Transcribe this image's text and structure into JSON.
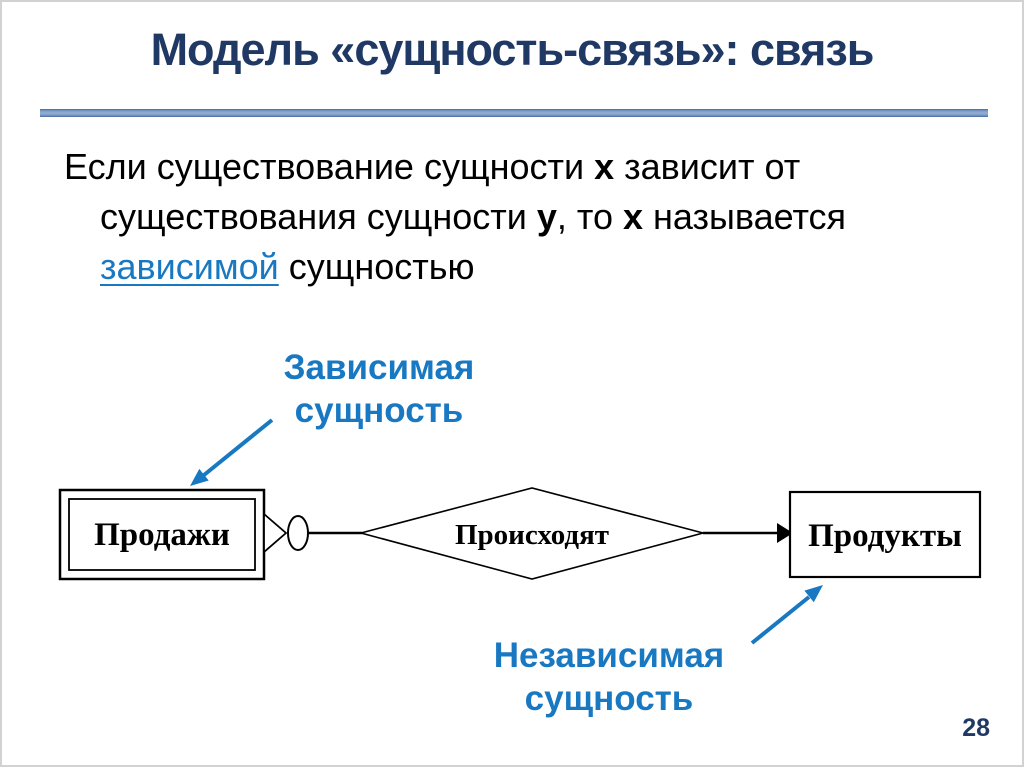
{
  "slide": {
    "title": "Модель «сущность-связь»: связь",
    "page_number": "28"
  },
  "body": {
    "l1a": "Если существование сущности ",
    "l1b": "x",
    "l1c": " зависит от",
    "l2a": "существования сущности ",
    "l2b": "y",
    "l2c": ", то ",
    "l2d": "x",
    "l2e": " называется",
    "l3_link": "зависимой",
    "l3b": " сущностью"
  },
  "diagram": {
    "dependent_label": {
      "line1": "Зависимая",
      "line2": "сущность"
    },
    "independent_label": {
      "line1": "Независимая",
      "line2": "сущность"
    },
    "left_entity": "Продажи",
    "relationship": "Происходят",
    "right_entity": "Продукты"
  },
  "colors": {
    "title_navy": "#1F3864",
    "accent_blue": "#1878C2",
    "rule_blue": "#5B80B6",
    "diagram_stroke": "#000000"
  }
}
